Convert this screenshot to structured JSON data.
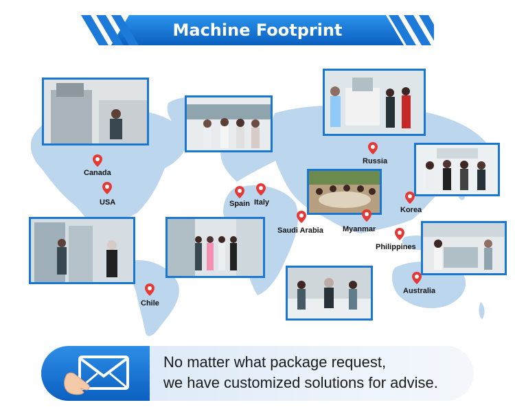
{
  "header": {
    "title": "Machine Footprint"
  },
  "locations": [
    {
      "name": "Canada"
    },
    {
      "name": "USA"
    },
    {
      "name": "Spain"
    },
    {
      "name": "Italy"
    },
    {
      "name": "Russia"
    },
    {
      "name": "Saudi Arabia"
    },
    {
      "name": "Myanmar"
    },
    {
      "name": "Korea"
    },
    {
      "name": "Philippines"
    },
    {
      "name": "Australia"
    },
    {
      "name": "Chile"
    }
  ],
  "footer": {
    "line1": "No matter what package request,",
    "line2": "we have customized solutions for advise."
  },
  "colors": {
    "brand": "#1976d2",
    "pin": "#e53935",
    "map": "#bcd6ee"
  },
  "icons": {
    "cta": "envelope-hand-icon",
    "pin": "location-pin-icon"
  }
}
